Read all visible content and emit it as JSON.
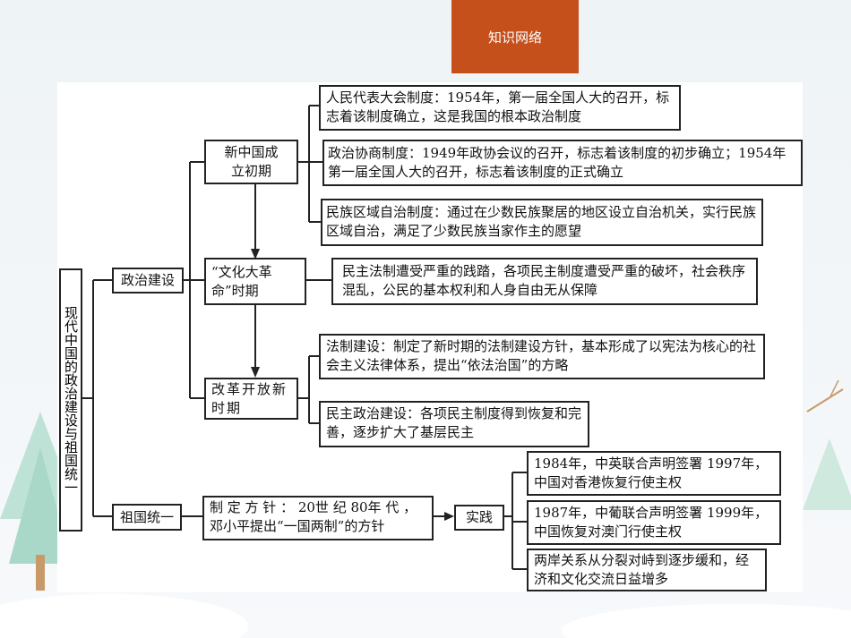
{
  "header": {
    "title": "知识网络"
  },
  "root": {
    "label": "现代中国的政治建设与祖国统一"
  },
  "branches": {
    "politics": {
      "label": "政治建设"
    },
    "unification": {
      "label": "祖国统一"
    }
  },
  "periods": {
    "founding": {
      "label": "新中国成立初期"
    },
    "cultural_revolution": {
      "label": "“文化大革命”时期"
    },
    "reform": {
      "label": "改革开放新时期"
    }
  },
  "details": {
    "npc": "人民代表大会制度：1954年，第一届全国人大的召开，标志着该制度确立，这是我国的根本政治制度",
    "cppcc": "政治协商制度：1949年政协会议的召开，标志着该制度的初步确立；1954年第一届全国人大的召开，标志着该制度的正式确立",
    "autonomy": "民族区域自治制度：通过在少数民族聚居的地区设立自治机关，实行民族区域自治，满足了少数民族当家作主的愿望",
    "damage": "民主法制遭受严重的践踏，各项民主制度遭受严重的破坏，社会秩序混乱，公民的基本权利和人身自由无从保障",
    "legal": "法制建设：制定了新时期的法制建设方针，基本形成了以宪法为核心的社会主义法律体系，提出“依法治国”的方略",
    "democracy": "民主政治建设：各项民主制度得到恢复和完善，逐步扩大了基层民主"
  },
  "unification": {
    "policy": "制 定 方 针 ： 20世 纪 80年 代 ，邓小平提出“一国两制”的方针",
    "practice": "实践",
    "hongkong": "1984年，中英联合声明签署 1997年，中国对香港恢复行使主权",
    "macao": "1987年，中葡联合声明签署 1999年，中国恢复对澳门行使主权",
    "taiwan": "两岸关系从分裂对峙到逐步缓和，经济和文化交流日益增多"
  }
}
